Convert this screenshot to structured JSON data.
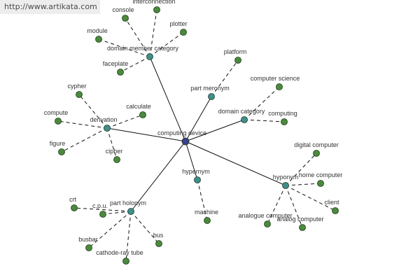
{
  "watermark": "http://www.artikata.com",
  "colors": {
    "center_node": "#3b3f8c",
    "relation_node": "#3f8f91",
    "leaf_node": "#4a8a3c",
    "edge": "#111111",
    "node_stroke": "#1f3a1a"
  },
  "graph": {
    "center": {
      "id": "computing-device",
      "label": "computing device"
    },
    "relations": [
      {
        "id": "domain-member-category",
        "label": "domain member category",
        "leaves": [
          "interconnection",
          "console",
          "plotter",
          "module",
          "faceplate"
        ]
      },
      {
        "id": "part-meronym",
        "label": "part meronym",
        "leaves": [
          "platform"
        ]
      },
      {
        "id": "domain-category",
        "label": "domain category",
        "leaves": [
          "computer science",
          "computing"
        ]
      },
      {
        "id": "derivation",
        "label": "derivation",
        "leaves": [
          "cypher",
          "calculate",
          "compute",
          "figure",
          "cipher"
        ]
      },
      {
        "id": "hypernym",
        "label": "hypernym",
        "leaves": [
          "machine"
        ]
      },
      {
        "id": "hyponym",
        "label": "hyponym",
        "leaves": [
          "digital computer",
          "home computer",
          "client",
          "analogue computer",
          "analog computer"
        ]
      },
      {
        "id": "part-holonym",
        "label": "part holonym",
        "leaves": [
          "crt",
          "c.p.u.",
          "busbar",
          "bus",
          "cathode-ray tube"
        ]
      }
    ]
  }
}
